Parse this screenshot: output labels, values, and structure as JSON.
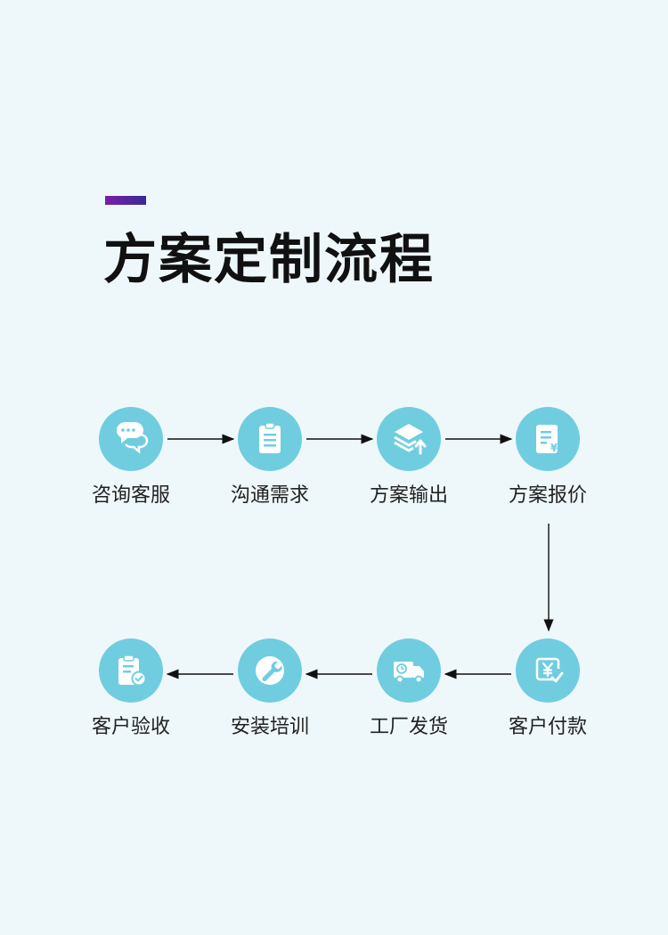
{
  "title": "方案定制流程",
  "colors": {
    "accent_start": "#7a1fa8",
    "accent_end": "#3a2a95",
    "circle": "#70cde0",
    "background": "#eef8fa"
  },
  "steps": [
    {
      "label": "咨询客服",
      "icon": "chat-bubbles-icon"
    },
    {
      "label": "沟通需求",
      "icon": "clipboard-list-icon"
    },
    {
      "label": "方案输出",
      "icon": "layers-upload-icon"
    },
    {
      "label": "方案报价",
      "icon": "price-document-icon"
    },
    {
      "label": "客户付款",
      "icon": "yuan-payment-icon"
    },
    {
      "label": "工厂发货",
      "icon": "delivery-truck-icon"
    },
    {
      "label": "安装培训",
      "icon": "wrench-icon"
    },
    {
      "label": "客户验收",
      "icon": "clipboard-check-icon"
    }
  ]
}
